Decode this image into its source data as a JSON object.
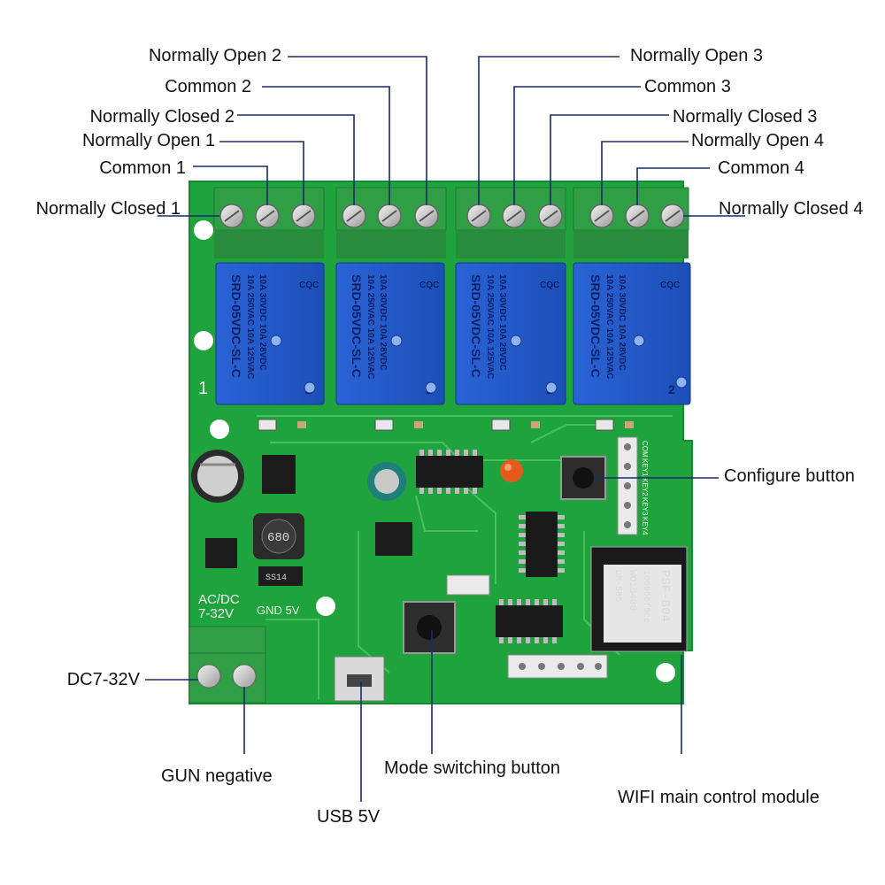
{
  "labels": {
    "no2": "Normally Open 2",
    "com2": "Common 2",
    "nc2": "Normally Closed 2",
    "no1": "Normally Open 1",
    "com1": "Common 1",
    "nc1": "Normally Closed 1",
    "no3": "Normally Open 3",
    "com3": "Common 3",
    "nc3": "Normally Closed 3",
    "no4": "Normally Open 4",
    "com4": "Common 4",
    "nc4": "Normally Closed 4",
    "configure": "Configure button",
    "dc": "DC7-32V",
    "gun": "GUN negative",
    "mode": "Mode switching button",
    "usb": "USB 5V",
    "wifi": "WIFI main control module"
  },
  "relay": {
    "line1": "SRD-05VDC-SL-C",
    "line2": "10A 250VAC  10A 125VAC",
    "line3": "10A 30VDC  10A 28VDC",
    "mark": "CQC",
    "num": "2"
  },
  "board": {
    "num1": "1",
    "acdc": "AC/DC",
    "range": "7-32V",
    "gnd": "GND 5V",
    "com": "COM",
    "key1": "KEY1",
    "key2": "KEY2",
    "key3": "KEY3",
    "key4": "KEY4",
    "inductor": "680",
    "diode": "SS14",
    "wifi_model": "PSF-B04",
    "wifi_code1": "DM-585",
    "wifi_code2": "WO1B400",
    "wifi_code3": "100056f5ce"
  },
  "colors": {
    "pcb": "#1fa33c",
    "terminal": "#2f9e44",
    "relay": "#1c55c9",
    "leader": "#1a2a6c"
  }
}
